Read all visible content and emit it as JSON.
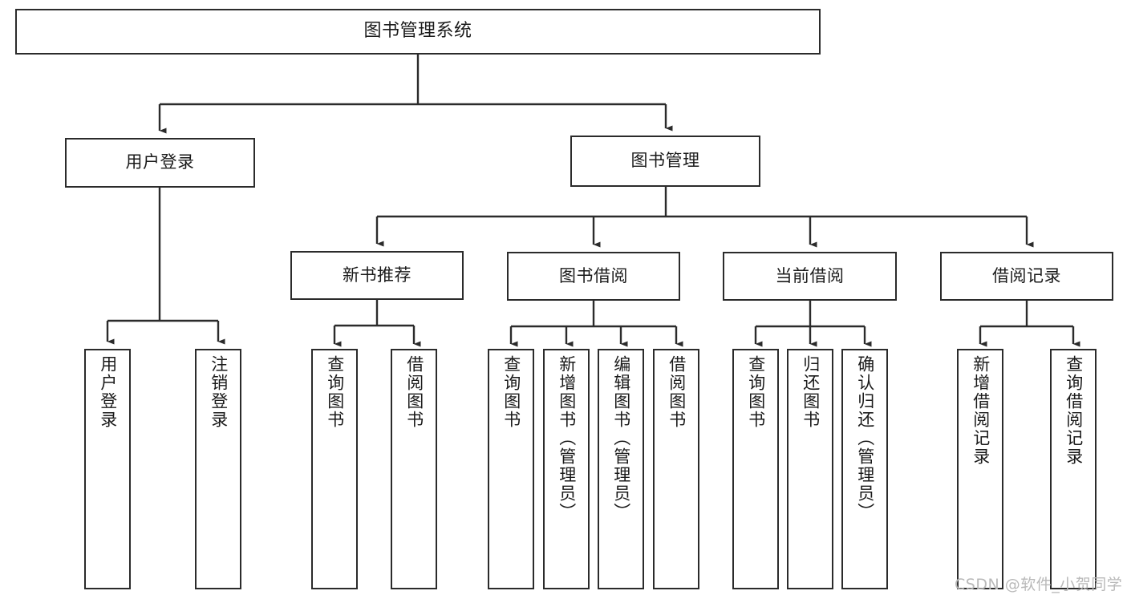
{
  "diagram": {
    "title": "图书管理系统",
    "watermark": "CSDN @软件_小贺同学",
    "stroke_color": "#2b2b2b",
    "text_color": "#1a1a1a",
    "background_color": "#ffffff",
    "watermark_color": "#b9b9b9"
  },
  "nodes": {
    "root": {
      "label": "图书管理系统"
    },
    "level2": [
      {
        "label": "用户登录"
      },
      {
        "label": "图书管理"
      }
    ],
    "level3": [
      {
        "label": "新书推荐"
      },
      {
        "label": "图书借阅"
      },
      {
        "label": "当前借阅"
      },
      {
        "label": "借阅记录"
      }
    ],
    "leaves": {
      "user_login": [
        {
          "label": "用户登录"
        },
        {
          "label": "注销登录"
        }
      ],
      "new_book": [
        {
          "label": "查询图书"
        },
        {
          "label": "借阅图书"
        }
      ],
      "book_borrow": [
        {
          "label": "查询图书"
        },
        {
          "label": "新增图书（管理员）"
        },
        {
          "label": "编辑图书（管理员）"
        },
        {
          "label": "借阅图书"
        }
      ],
      "current_borrow": [
        {
          "label": "查询图书"
        },
        {
          "label": "归还图书"
        },
        {
          "label": "确认归还（管理员）"
        }
      ],
      "borrow_record": [
        {
          "label": "新增借阅记录"
        },
        {
          "label": "查询借阅记录"
        }
      ]
    }
  }
}
